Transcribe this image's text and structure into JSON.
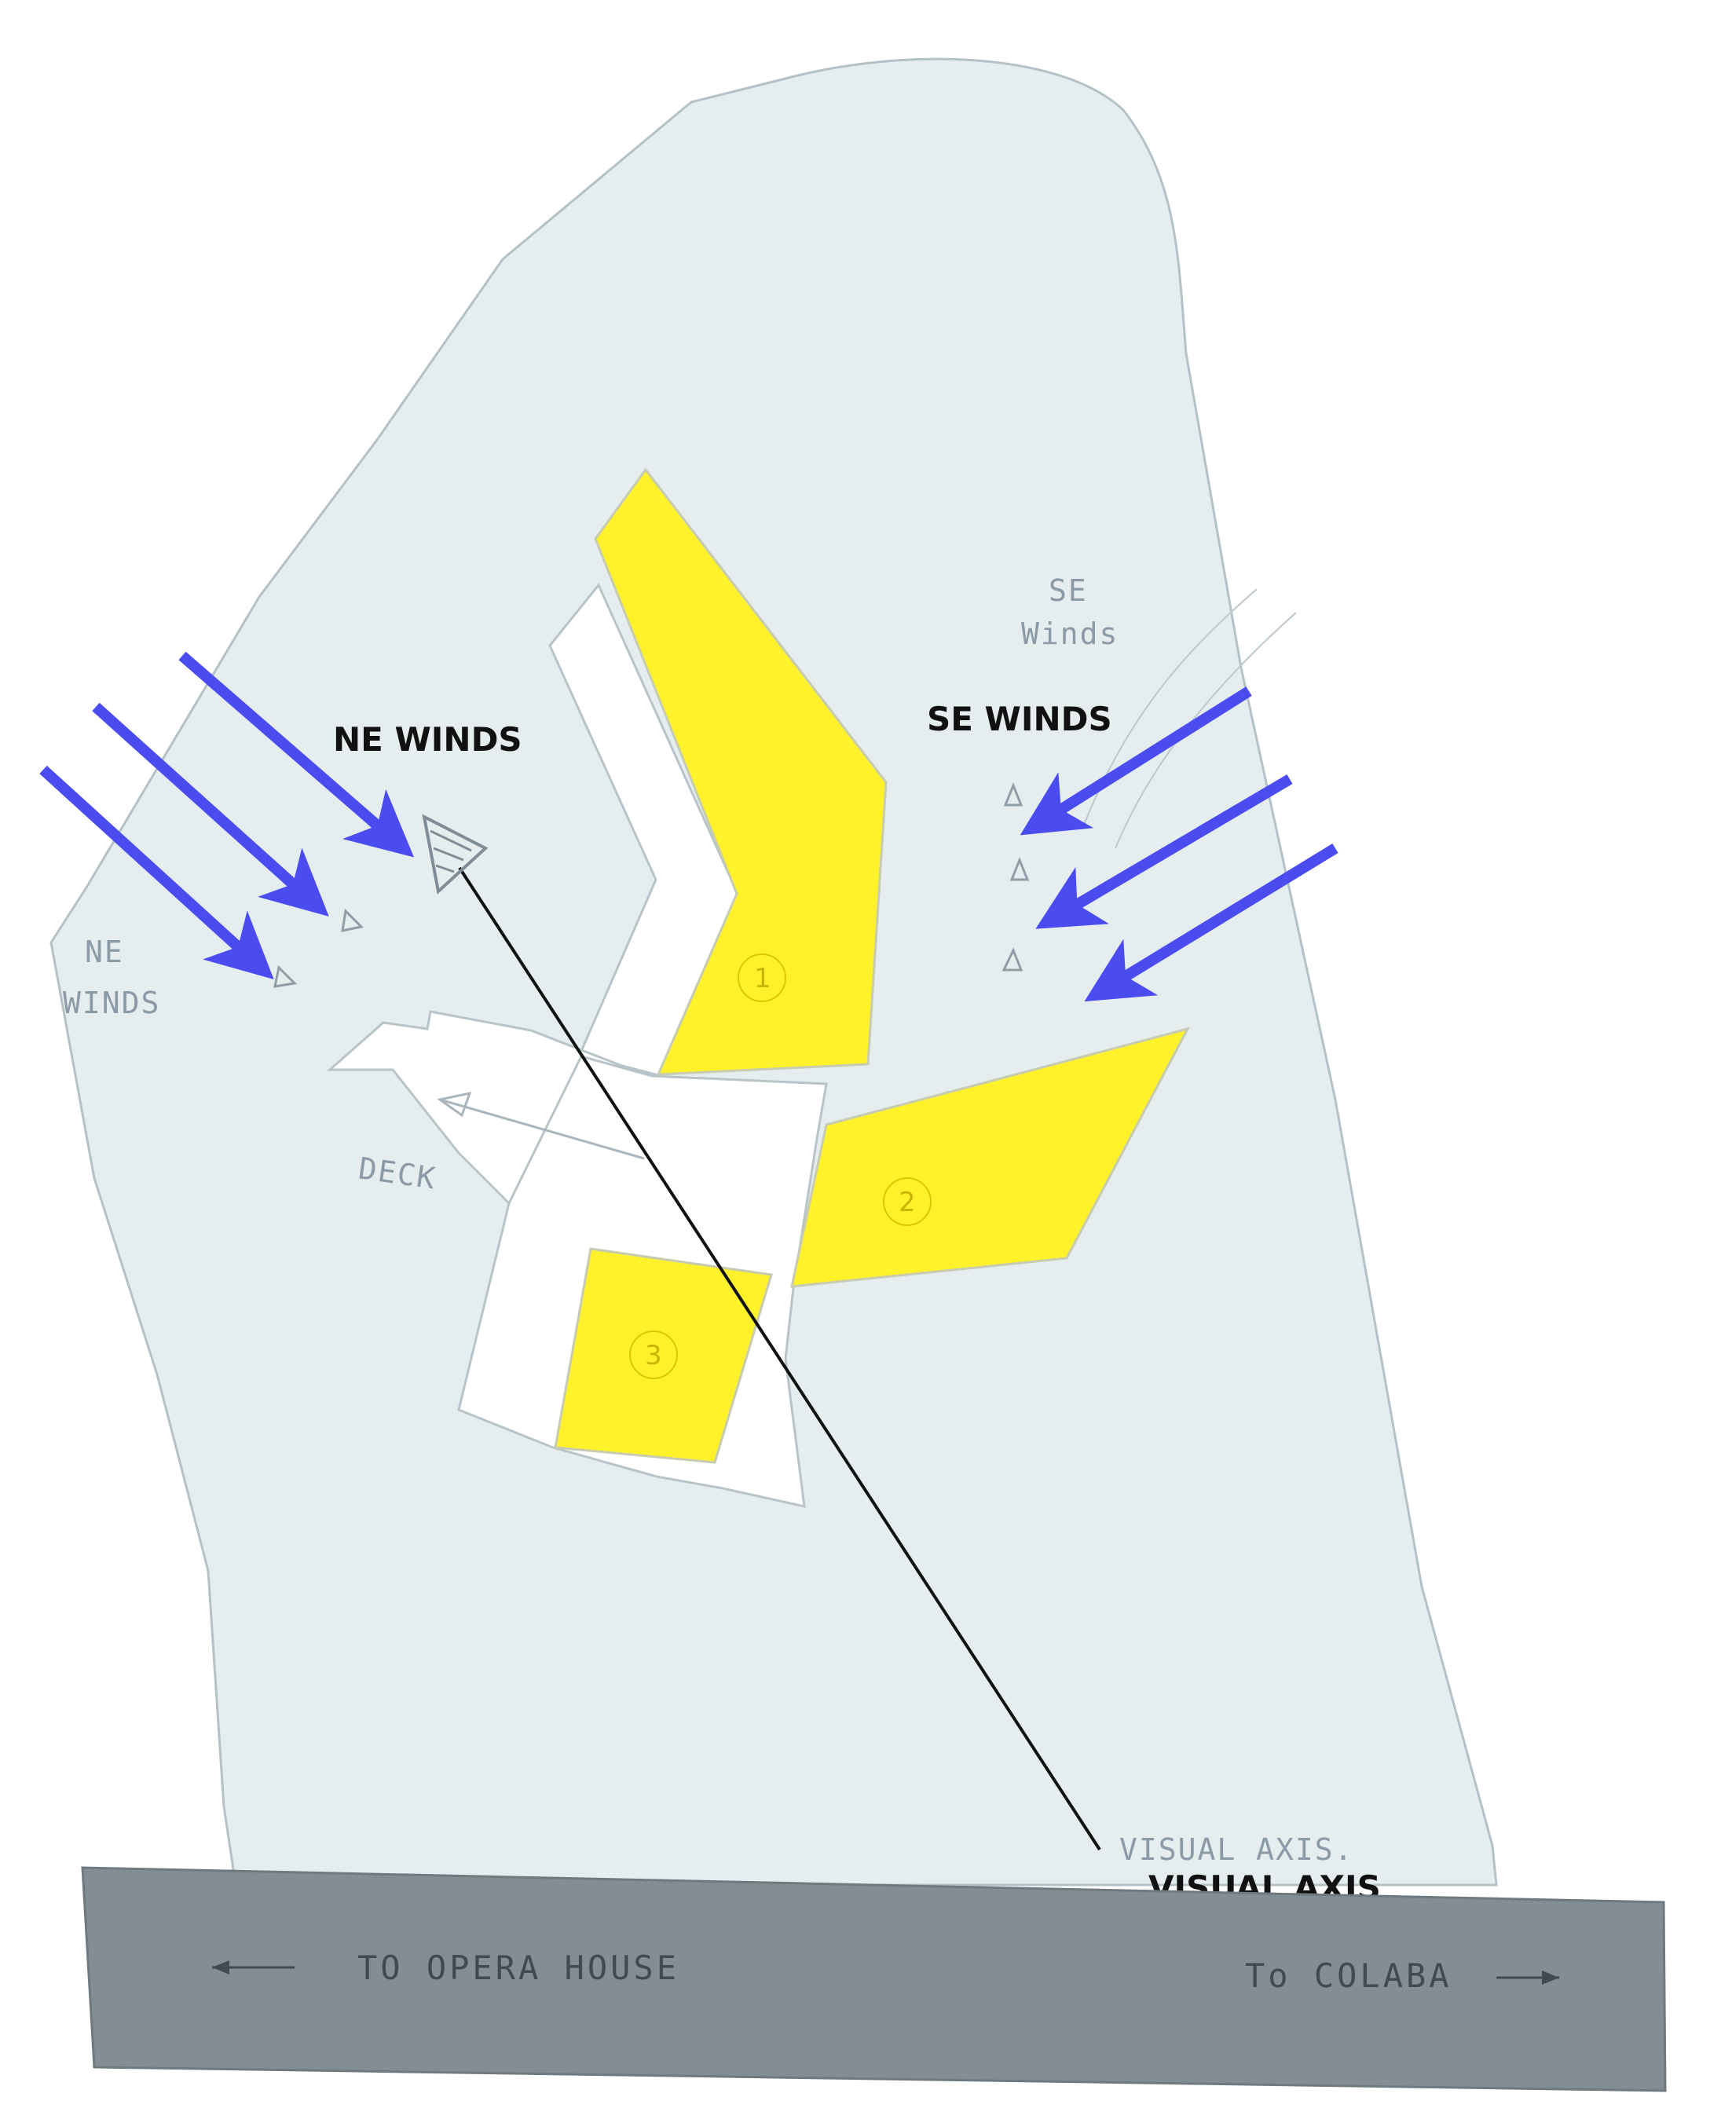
{
  "labels": {
    "ne_winds": "NE WINDS",
    "se_winds": "SE WINDS",
    "visual_axis": "VISUAL AXIS",
    "ne_winds_sketch_line1": "NE",
    "ne_winds_sketch_line2": "WINDS",
    "se_winds_sketch_line1": "SE",
    "se_winds_sketch_line2": "Winds",
    "visual_axis_sketch": "VISUAL AXIS.",
    "deck": "DECK",
    "to_opera_house": "TO OPERA HOUSE",
    "to_colaba": "To COLABA",
    "block_1": "1",
    "block_2": "2",
    "block_3": "3"
  },
  "colors": {
    "site": "#e6edef",
    "site_edge": "#b4c2c8",
    "block_yellow": "#fff22a",
    "deck_white": "#ffffff",
    "wind_arrow": "#4b4cf0",
    "road": "#828e93",
    "axis_line": "#111111"
  }
}
